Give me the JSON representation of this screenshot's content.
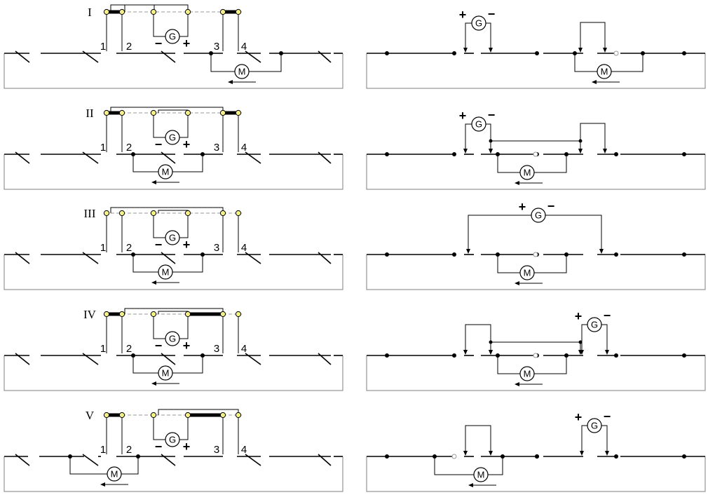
{
  "stages": [
    {
      "label": "I",
      "contacts": "",
      "sign_left": "−",
      "sign_right": "+",
      "right_sign_plus": "+",
      "right_sign_minus": "−"
    },
    {
      "label": "II",
      "contacts": "",
      "sign_left": "−",
      "sign_right": "+",
      "right_sign_plus": "+",
      "right_sign_minus": "−"
    },
    {
      "label": "III",
      "contacts": "",
      "sign_left": "−",
      "sign_right": "+",
      "right_sign_plus": "+",
      "right_sign_minus": "−"
    },
    {
      "label": "IV",
      "contacts": "",
      "sign_left": "−",
      "sign_right": "+",
      "right_sign_plus": "+",
      "right_sign_minus": "−"
    },
    {
      "label": "V",
      "contacts": "",
      "sign_left": "−",
      "sign_right": "+",
      "right_sign_plus": "+",
      "right_sign_minus": "−"
    }
  ],
  "section_numbers": [
    "1",
    "2",
    "3",
    "4"
  ],
  "generator_label": "G",
  "motor_label": "M",
  "colors": {
    "line": "#000000",
    "contact_fill": "#f5f08a",
    "frame": "#7f7f7f",
    "dash": "#9a9a9a"
  }
}
